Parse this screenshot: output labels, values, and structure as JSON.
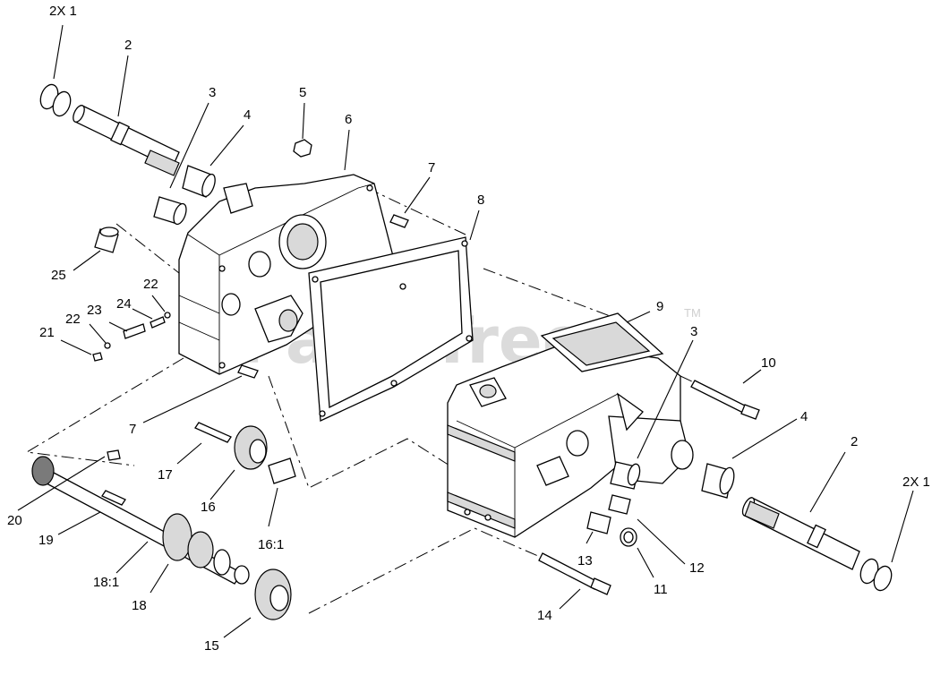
{
  "watermark": {
    "text": "PartsTree",
    "trademark": "TM"
  },
  "callouts": [
    {
      "id": "c-2x1-top",
      "text": "2X 1"
    },
    {
      "id": "c-2-top",
      "text": "2"
    },
    {
      "id": "c-3-top",
      "text": "3"
    },
    {
      "id": "c-4-top",
      "text": "4"
    },
    {
      "id": "c-5",
      "text": "5"
    },
    {
      "id": "c-6",
      "text": "6"
    },
    {
      "id": "c-7-top",
      "text": "7"
    },
    {
      "id": "c-8",
      "text": "8"
    },
    {
      "id": "c-9",
      "text": "9"
    },
    {
      "id": "c-3-right",
      "text": "3"
    },
    {
      "id": "c-10",
      "text": "10"
    },
    {
      "id": "c-4-right",
      "text": "4"
    },
    {
      "id": "c-2-right",
      "text": "2"
    },
    {
      "id": "c-2x1-right",
      "text": "2X 1"
    },
    {
      "id": "c-25",
      "text": "25"
    },
    {
      "id": "c-22-top",
      "text": "22"
    },
    {
      "id": "c-24",
      "text": "24"
    },
    {
      "id": "c-23",
      "text": "23"
    },
    {
      "id": "c-22-left",
      "text": "22"
    },
    {
      "id": "c-21",
      "text": "21"
    },
    {
      "id": "c-7-left",
      "text": "7"
    },
    {
      "id": "c-17",
      "text": "17"
    },
    {
      "id": "c-20",
      "text": "20"
    },
    {
      "id": "c-16",
      "text": "16"
    },
    {
      "id": "c-16-1",
      "text": "16:1"
    },
    {
      "id": "c-19",
      "text": "19"
    },
    {
      "id": "c-18-1",
      "text": "18:1"
    },
    {
      "id": "c-18",
      "text": "18"
    },
    {
      "id": "c-15",
      "text": "15"
    },
    {
      "id": "c-13",
      "text": "13"
    },
    {
      "id": "c-12",
      "text": "12"
    },
    {
      "id": "c-11",
      "text": "11"
    },
    {
      "id": "c-14",
      "text": "14"
    }
  ]
}
